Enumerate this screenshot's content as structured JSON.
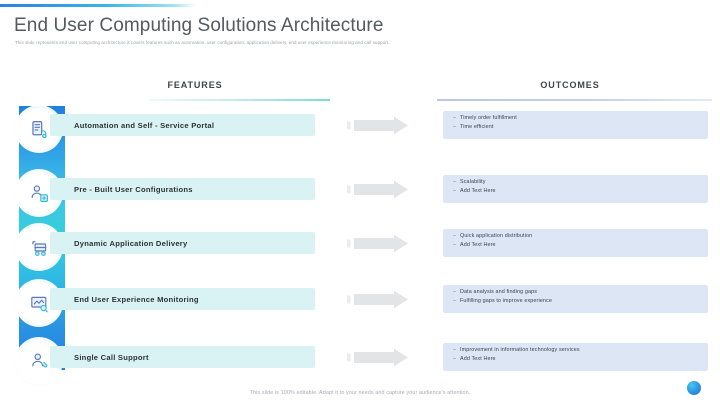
{
  "header": {
    "title": "End User Computing Solutions Architecture",
    "subtitle": "This slide represents end user computing architecture it covers features such as automation, user configuration, application delivery, end user experience monitoring and call support.",
    "accent_color": "#2f80dd",
    "accent_color_end": "#39b6e8"
  },
  "columns": {
    "features_heading": "FEATURES",
    "outcomes_heading": "OUTCOMES"
  },
  "colors": {
    "feature_bar": "#d9f3f4",
    "outcome_bar": "#dce6f4",
    "arrow": "#e3e4e6",
    "rail_top": "#1f7fe0",
    "rail_mid": "#35cfdc",
    "corner_dot": "#2f9be6"
  },
  "rows": [
    {
      "icon": "self-service-portal-icon",
      "feature": "Automation and Self - Service Portal",
      "arrow": "right-arrow-icon",
      "outcomes": [
        "Timely order fulfillment",
        "Time efficient"
      ]
    },
    {
      "icon": "user-configuration-icon",
      "feature": "Pre - Built User Configurations",
      "arrow": "right-arrow-icon",
      "outcomes": [
        "Scalability",
        "Add Text Here"
      ]
    },
    {
      "icon": "application-delivery-icon",
      "feature": "Dynamic Application Delivery",
      "arrow": "right-arrow-icon",
      "outcomes": [
        "Quick application distribution",
        "Add Text Here"
      ]
    },
    {
      "icon": "experience-monitoring-icon",
      "feature": "End User Experience Monitoring",
      "arrow": "right-arrow-icon",
      "outcomes": [
        "Data analysis and finding gaps",
        "Fulfilling gaps to improve  experience"
      ]
    },
    {
      "icon": "call-support-icon",
      "feature": "Single Call Support",
      "arrow": "right-arrow-icon",
      "outcomes": [
        "Improvement  in information technology services",
        "Add Text Here"
      ]
    }
  ],
  "footer": {
    "note": "This slide is 100% editable. Adapt it to your needs and capture your audience's attention."
  },
  "bullet_glyph": "–"
}
